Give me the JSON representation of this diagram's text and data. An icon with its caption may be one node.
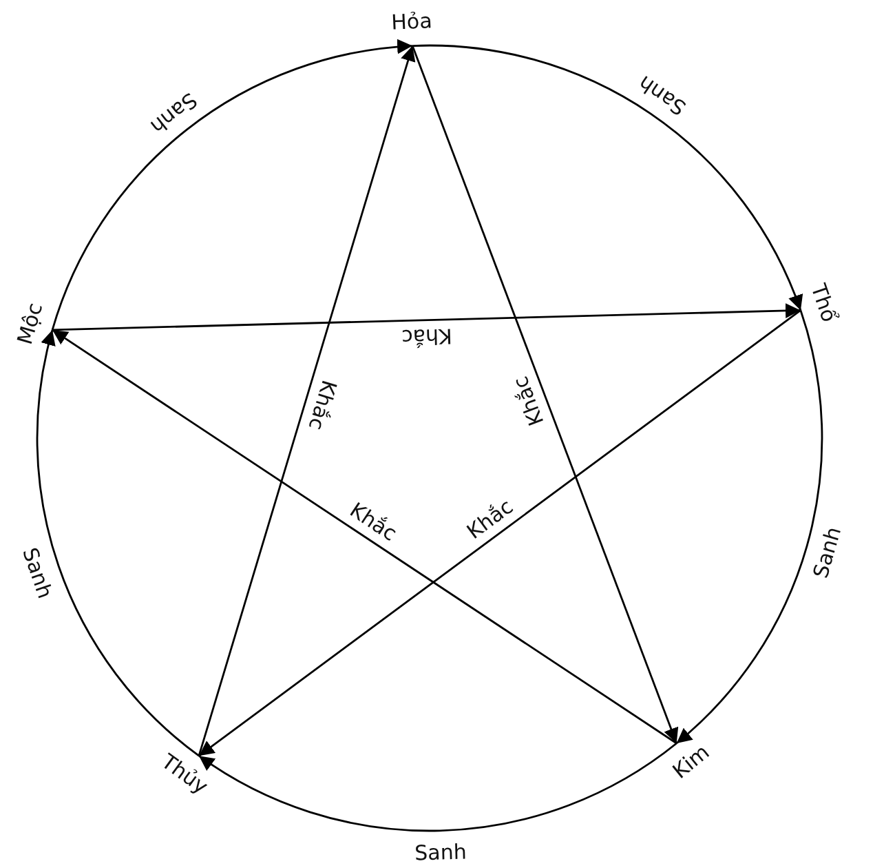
{
  "diagram": {
    "nodes": [
      {
        "text": [
          "Hỏa"
        ]
      },
      {
        "text": [
          "Thổ"
        ]
      },
      {
        "text": [
          "Kim"
        ]
      },
      {
        "text": [
          "Thủy"
        ]
      },
      {
        "text": [
          "Mộc"
        ]
      }
    ],
    "edges": [
      {
        "from": 4,
        "to": 0,
        "arrow": "to",
        "label": "Sanh"
      },
      {
        "from": 0,
        "to": 1,
        "arrow": "to",
        "label": "Sanh"
      },
      {
        "from": 1,
        "to": 2,
        "arrow": "to",
        "label": "Sanh"
      },
      {
        "from": 2,
        "to": 3,
        "arrow": "to",
        "label": "Sanh"
      },
      {
        "from": 3,
        "to": 4,
        "arrow": "to",
        "label": "Sanh"
      },
      {
        "from": 4,
        "to": 1,
        "arrow": "to",
        "label": "Khắc"
      },
      {
        "from": 3,
        "to": 0,
        "arrow": "to",
        "label": "Khắc"
      },
      {
        "from": 0,
        "to": 2,
        "arrow": "to",
        "label": "Khắc"
      },
      {
        "from": 2,
        "to": 4,
        "arrow": "to",
        "label": "Khắc"
      },
      {
        "from": 1,
        "to": 3,
        "arrow": "to",
        "label": "Khắc"
      }
    ]
  }
}
